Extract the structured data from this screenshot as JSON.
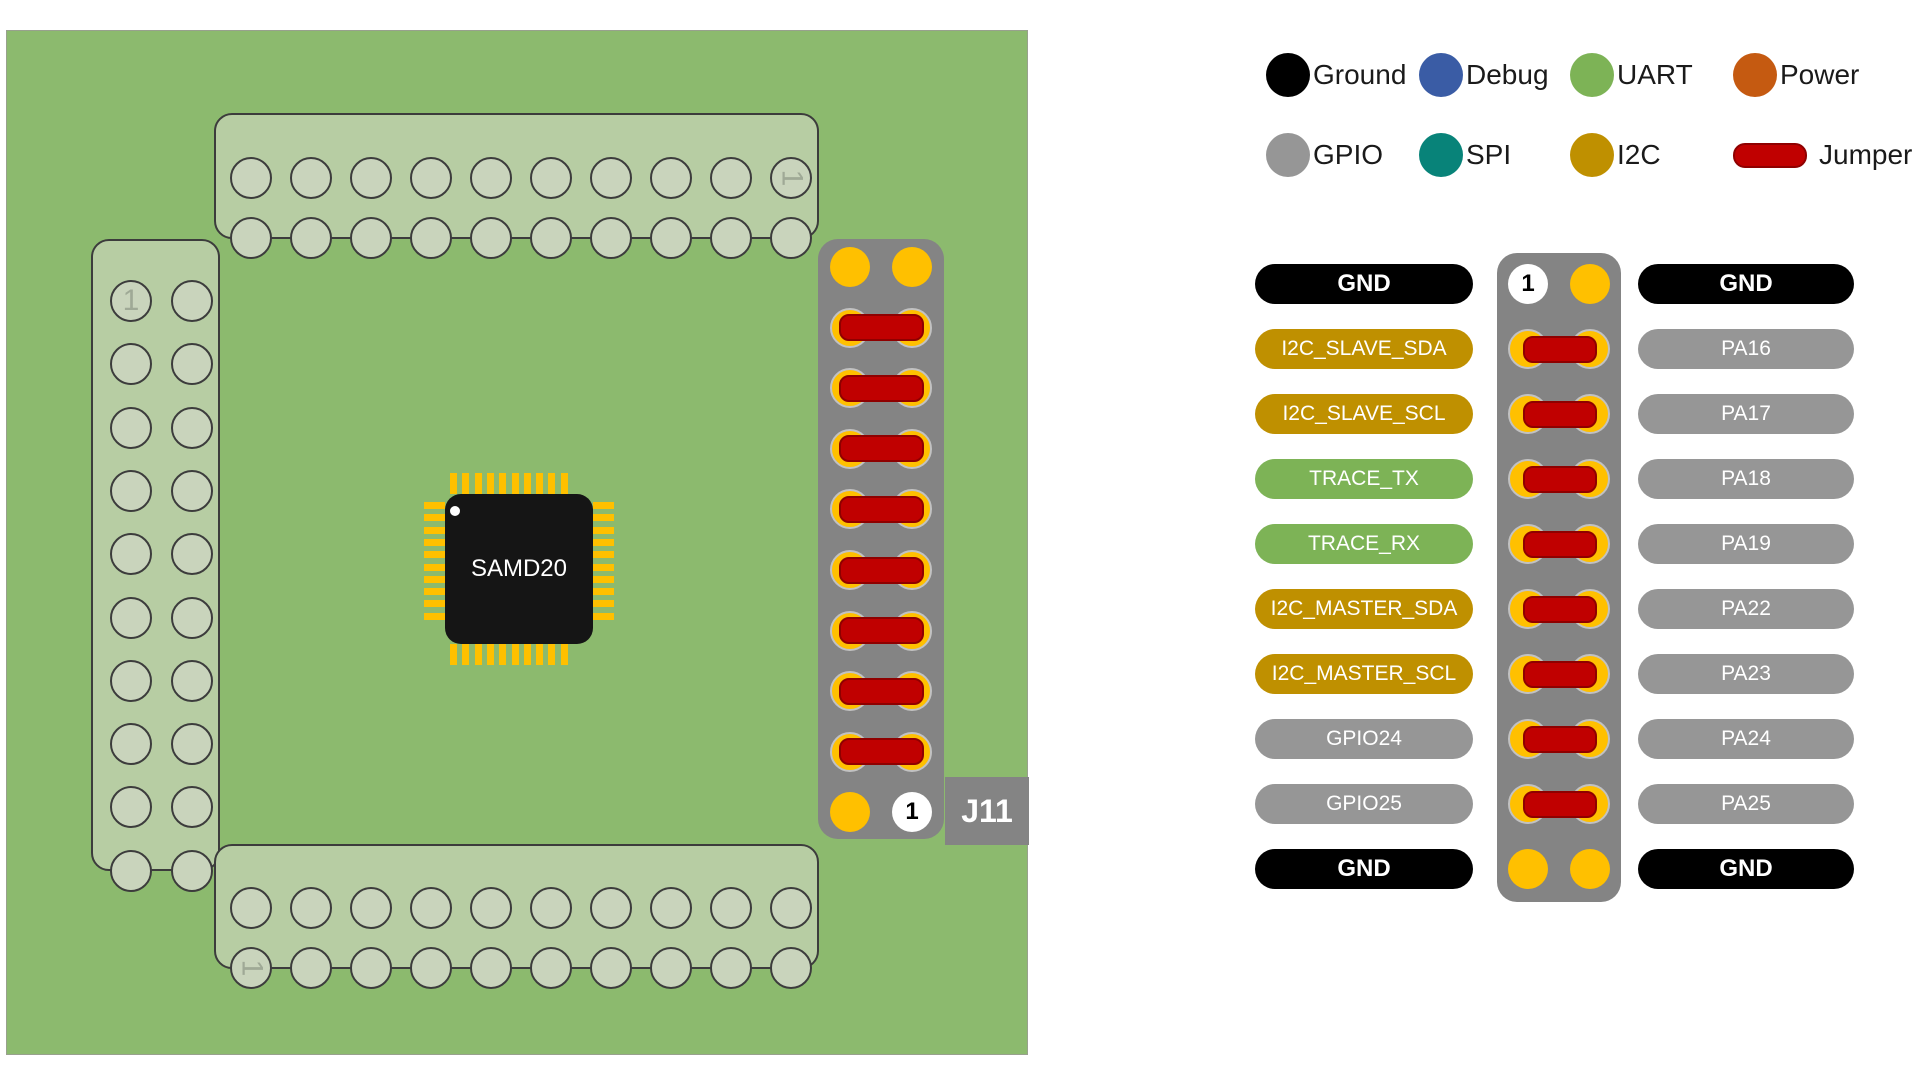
{
  "colors": {
    "board_green": "#8CBA6E",
    "header_green": "#B7CDA3",
    "hole_fill": "#C9D4BC",
    "connector_gray": "#848484",
    "pad_orange": "#FFC000",
    "jumper_red": "#C00000",
    "ground": "#000000",
    "debug": "#3A5CA5",
    "uart": "#7DB356",
    "power": "#C55A11",
    "gpio": "#969696",
    "spi": "#088379",
    "i2c": "#BF9000"
  },
  "board": {
    "chip_label": "SAMD20",
    "connector_label": "J11",
    "pin1_marker": "1"
  },
  "legend": {
    "rows": [
      [
        {
          "label": "Ground",
          "type": "ground"
        },
        {
          "label": "Debug",
          "type": "debug"
        },
        {
          "label": "UART",
          "type": "uart"
        },
        {
          "label": "Power",
          "type": "power"
        }
      ],
      [
        {
          "label": "GPIO",
          "type": "gpio"
        },
        {
          "label": "SPI",
          "type": "spi"
        },
        {
          "label": "I2C",
          "type": "i2c"
        },
        {
          "label": "Jumper",
          "type": "jumper"
        }
      ]
    ]
  },
  "pinout": {
    "pin1_marker": "1",
    "rows": [
      {
        "left": {
          "label": "GND",
          "type": "ground"
        },
        "right": {
          "label": "GND",
          "type": "ground"
        },
        "center": "pin1-left"
      },
      {
        "left": {
          "label": "I2C_SLAVE_SDA",
          "type": "i2c"
        },
        "right": {
          "label": "PA16",
          "type": "gpio"
        },
        "center": "jumper"
      },
      {
        "left": {
          "label": "I2C_SLAVE_SCL",
          "type": "i2c"
        },
        "right": {
          "label": "PA17",
          "type": "gpio"
        },
        "center": "jumper"
      },
      {
        "left": {
          "label": "TRACE_TX",
          "type": "uart"
        },
        "right": {
          "label": "PA18",
          "type": "gpio"
        },
        "center": "jumper"
      },
      {
        "left": {
          "label": "TRACE_RX",
          "type": "uart"
        },
        "right": {
          "label": "PA19",
          "type": "gpio"
        },
        "center": "jumper"
      },
      {
        "left": {
          "label": "I2C_MASTER_SDA",
          "type": "i2c"
        },
        "right": {
          "label": "PA22",
          "type": "gpio"
        },
        "center": "jumper"
      },
      {
        "left": {
          "label": "I2C_MASTER_SCL",
          "type": "i2c"
        },
        "right": {
          "label": "PA23",
          "type": "gpio"
        },
        "center": "jumper"
      },
      {
        "left": {
          "label": "GPIO24",
          "type": "gpio"
        },
        "right": {
          "label": "PA24",
          "type": "gpio"
        },
        "center": "jumper"
      },
      {
        "left": {
          "label": "GPIO25",
          "type": "gpio"
        },
        "right": {
          "label": "PA25",
          "type": "gpio"
        },
        "center": "jumper"
      },
      {
        "left": {
          "label": "GND",
          "type": "ground"
        },
        "right": {
          "label": "GND",
          "type": "ground"
        },
        "center": "pads"
      }
    ]
  }
}
